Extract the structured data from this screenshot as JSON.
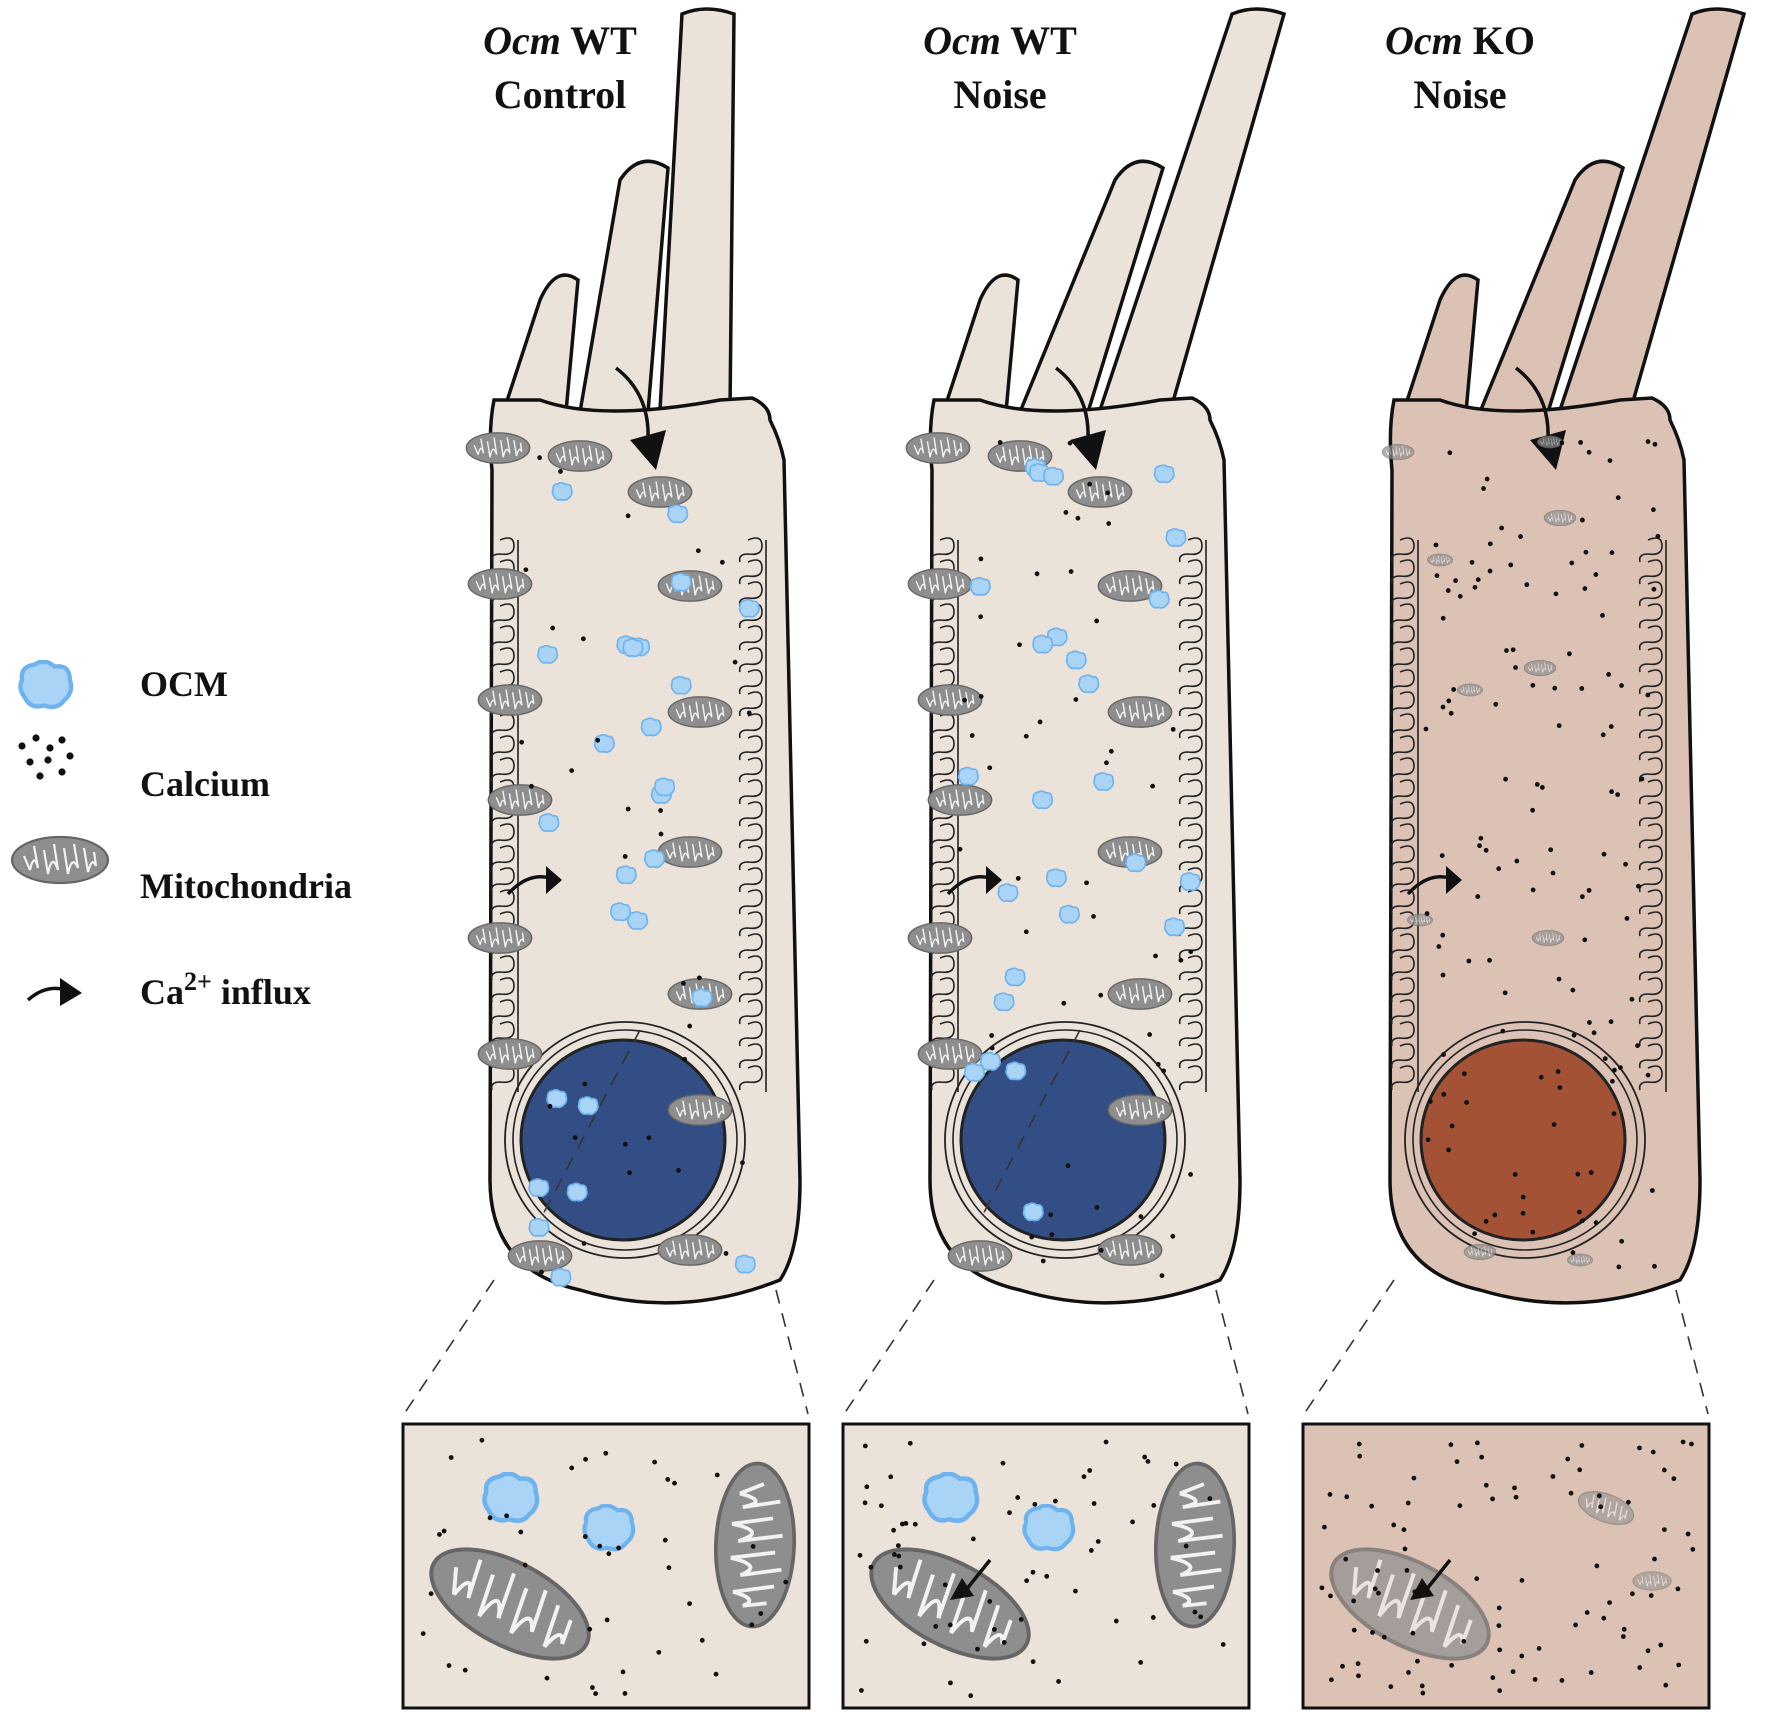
{
  "panels": [
    {
      "title_italic": "Ocm",
      "title_rest": " WT",
      "title_line2": "Control"
    },
    {
      "title_italic": "Ocm",
      "title_rest": " WT",
      "title_line2": "Noise"
    },
    {
      "title_italic": "Ocm",
      "title_rest": " KO",
      "title_line2": "Noise"
    }
  ],
  "legend": {
    "ocm": "OCM",
    "calcium": "Calcium",
    "mitochondria": "Mitochondria",
    "influx_prefix": "Ca",
    "influx_sup": "2+",
    "influx_suffix": " influx"
  },
  "colors": {
    "wt_cytoplasm": "#ebe3d9",
    "ko_cytoplasm": "#dcc2b4",
    "wt_nucleus": "#324e84",
    "ko_nucleus": "#a35236",
    "ocm": "#a9d4f5",
    "mitochondria": "#8c8c8c"
  }
}
